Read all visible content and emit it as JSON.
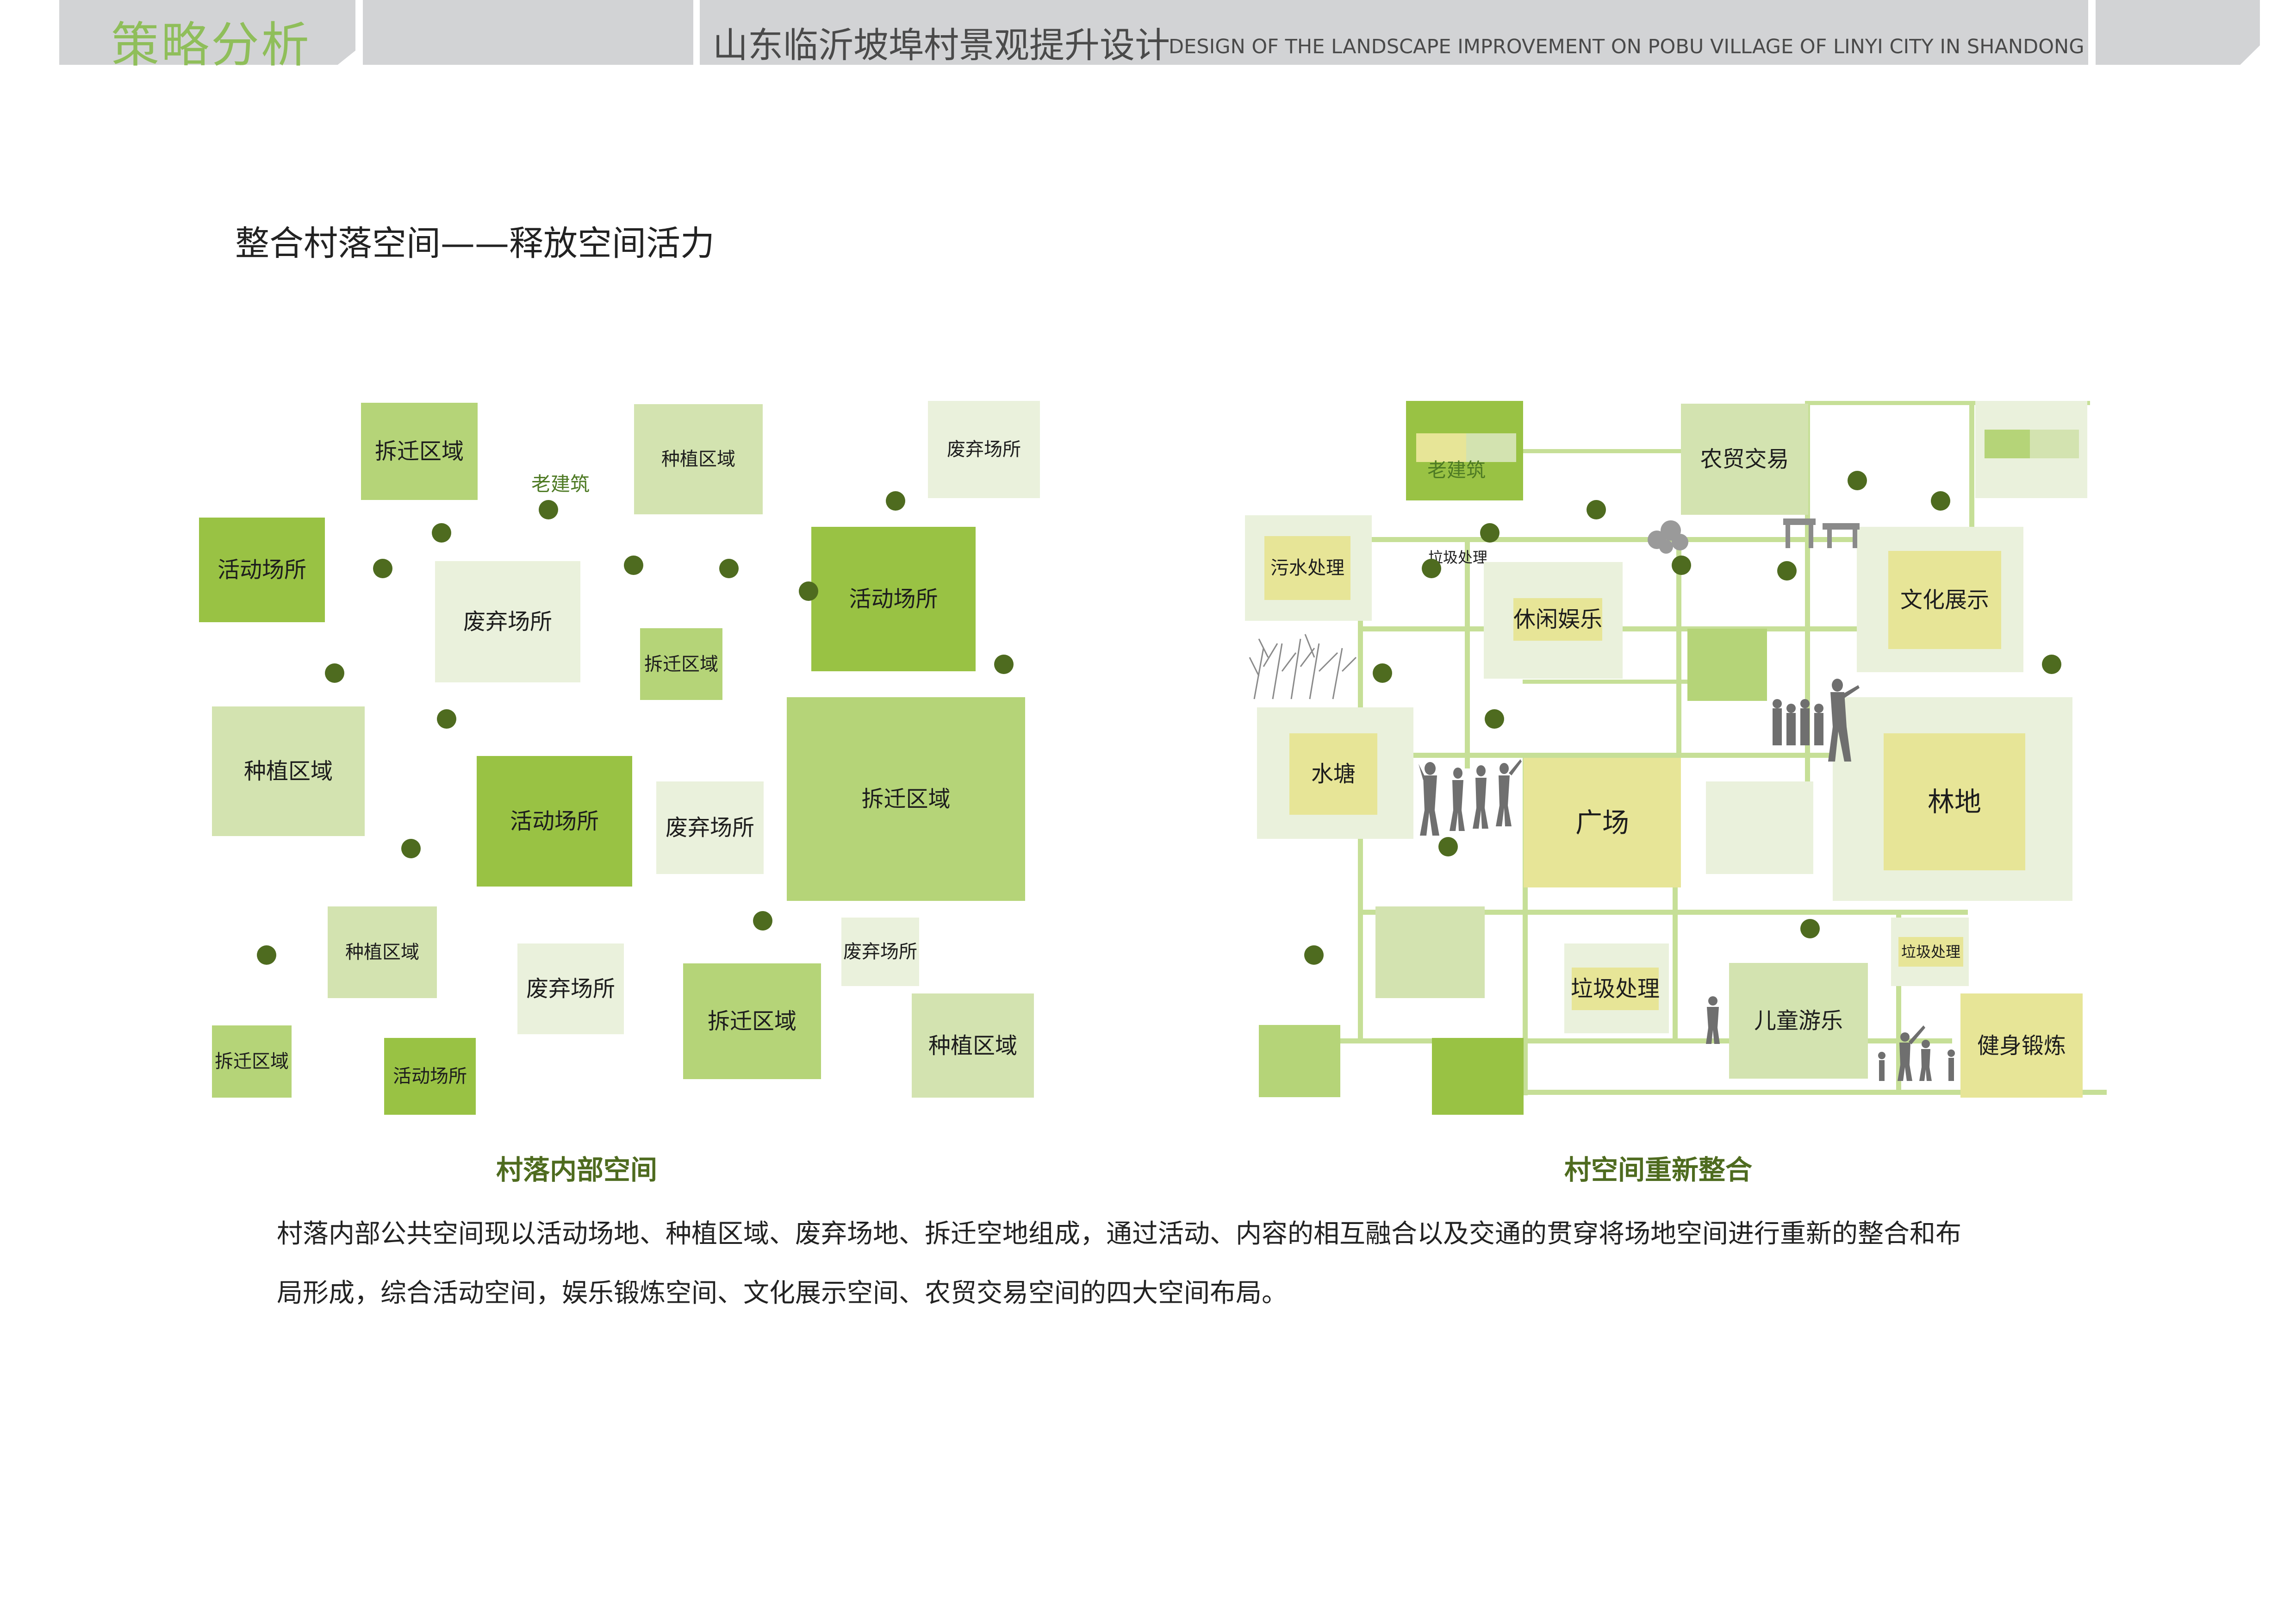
{
  "header": {
    "section_tag": "策略分析",
    "project_title": "山东临沂坡埠村景观提升设计",
    "project_subtitle": "DESIGN OF THE LANDSCAPE IMPROVEMENT ON POBU VILLAGE OF LINYI CITY IN SHANDONG"
  },
  "page_title": "整合村落空间——释放空间活力",
  "left_diagram": {
    "caption": "村落内部空间",
    "labels": {
      "relocation": "拆迁区域",
      "activity": "活动场所",
      "planting": "种植区域",
      "abandoned": "废弃场所",
      "old_building": "老建筑"
    }
  },
  "right_diagram": {
    "caption": "村空间重新整合",
    "labels": {
      "old_building": "老建筑",
      "farm_trade": "农贸交易",
      "sewage": "污水处理",
      "garbage_small": "垃圾处理",
      "leisure": "休闲娱乐",
      "culture": "文化展示",
      "pond": "水塘",
      "square": "广场",
      "woodland": "林地",
      "garbage": "垃圾处理",
      "children": "儿童游乐",
      "fitness": "健身锻炼"
    }
  },
  "description": {
    "line1": "村落内部公共空间现以活动场地、种植区域、废弃场地、拆迁空地组成，通过活动、内容的相互融合以及交通的贯穿将场地空间进行重新的整合和布",
    "line2": "局形成，综合活动空间，娱乐锻炼空间、文化展示空间、农贸交易空间的四大空间布局。"
  },
  "colors": {
    "dark_green": "#99c244",
    "mid_green": "#b5d478",
    "light_green": "#d3e3b0",
    "pale_green": "#eaf1dc",
    "yellow": "#e7e597",
    "dot": "#4e6b1f",
    "road": "#c6df97",
    "header": "#d2d3d5"
  }
}
